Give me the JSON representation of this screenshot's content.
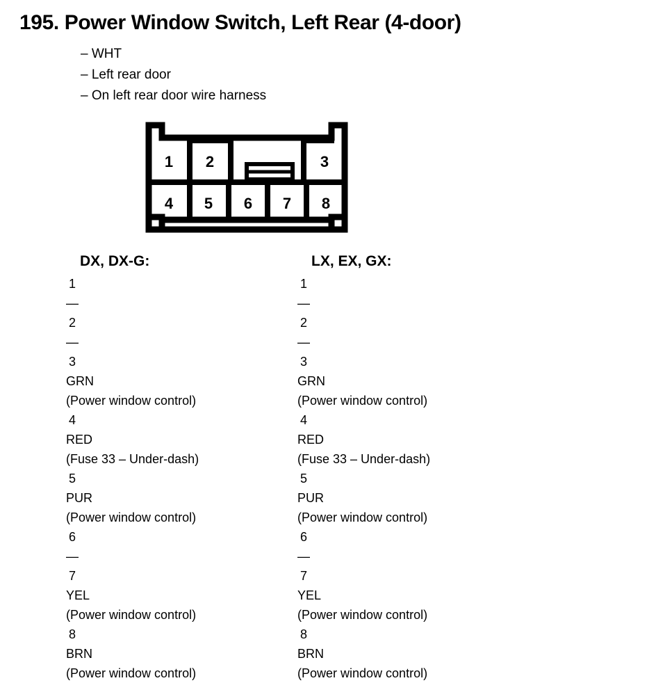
{
  "header": {
    "number": "195.",
    "title": "195. Power Window Switch, Left Rear (4-door)",
    "bullets": [
      "– WHT",
      "– Left rear door",
      "– On left rear door wire harness"
    ]
  },
  "connector": {
    "name": "8-pin connector",
    "top_row": [
      "1",
      "2",
      "3"
    ],
    "bottom_row": [
      "4",
      "5",
      "6",
      "7",
      "8"
    ],
    "latch_tab": "locking-tab"
  },
  "columns": [
    {
      "heading": "DX, DX-G:",
      "pins": [
        {
          "num": "1",
          "name": "—",
          "desc": ""
        },
        {
          "num": "2",
          "name": "—",
          "desc": ""
        },
        {
          "num": "3",
          "name": "GRN",
          "desc": "(Power window control)"
        },
        {
          "num": "4",
          "name": "RED",
          "desc": "(Fuse 33 – Under-dash)"
        },
        {
          "num": "5",
          "name": "PUR",
          "desc": "(Power window control)"
        },
        {
          "num": "6",
          "name": "—",
          "desc": ""
        },
        {
          "num": "7",
          "name": "YEL",
          "desc": "(Power window control)"
        },
        {
          "num": "8",
          "name": "BRN",
          "desc": "(Power window control)"
        }
      ]
    },
    {
      "heading": "LX, EX, GX:",
      "pins": [
        {
          "num": "1",
          "name": "—",
          "desc": ""
        },
        {
          "num": "2",
          "name": "—",
          "desc": ""
        },
        {
          "num": "3",
          "name": "GRN",
          "desc": "(Power window control)"
        },
        {
          "num": "4",
          "name": "RED",
          "desc": "(Fuse 33 – Under-dash)"
        },
        {
          "num": "5",
          "name": "PUR",
          "desc": "(Power window control)"
        },
        {
          "num": "6",
          "name": "—",
          "desc": ""
        },
        {
          "num": "7",
          "name": "YEL",
          "desc": "(Power window control)"
        },
        {
          "num": "8",
          "name": "BRN",
          "desc": "(Power window control)"
        }
      ]
    }
  ],
  "colors": {
    "ink": "#000000",
    "paper": "#ffffff"
  }
}
